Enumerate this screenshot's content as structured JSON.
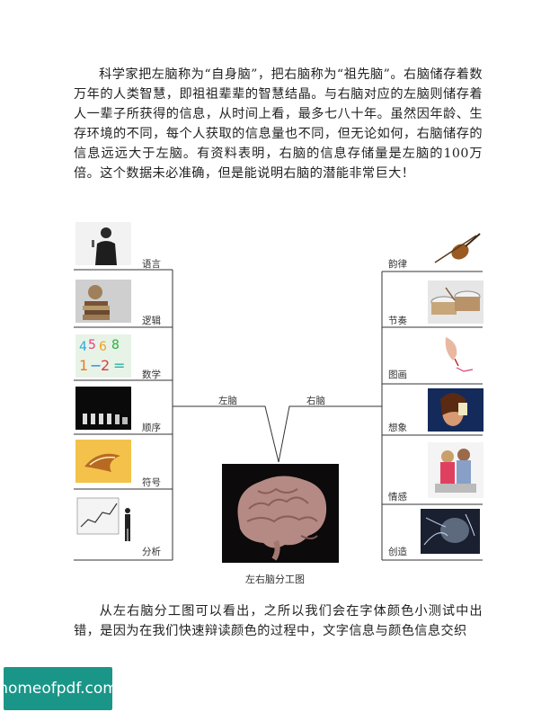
{
  "paragraph1": "科学家把左脑称为“自身脑”，把右脑称为“祖先脑”。右脑储存着数万年的人类智慧，即祖祖辈辈的智慧结晶。与右脑对应的左脑则储存着人一辈子所获得的信息，从时间上看，最多七八十年。虽然因年龄、生存环境的不同，每个人获取的信息量也不同，但无论如何，右脑储存的信息远远大于左脑。有资料表明，右脑的信息存储量是左脑的100万倍。这个数据未必准确，但是能说明右脑的潜能非常巨大！",
  "paragraph2": "从左右脑分工图可以看出，之所以我们会在字体颜色小测试中出错，是因为在我们快速辩读颜色的过程中，文字信息与颜色信息交织",
  "diagram": {
    "left_title": "左脑",
    "right_title": "右脑",
    "left_items": [
      "语言",
      "逻辑",
      "数学",
      "顺序",
      "符号",
      "分析"
    ],
    "right_items": [
      "韵律",
      "节奏",
      "图画",
      "想象",
      "情感",
      "创造"
    ],
    "caption": "左右脑分工图"
  },
  "watermark": "homeofpdf.com"
}
